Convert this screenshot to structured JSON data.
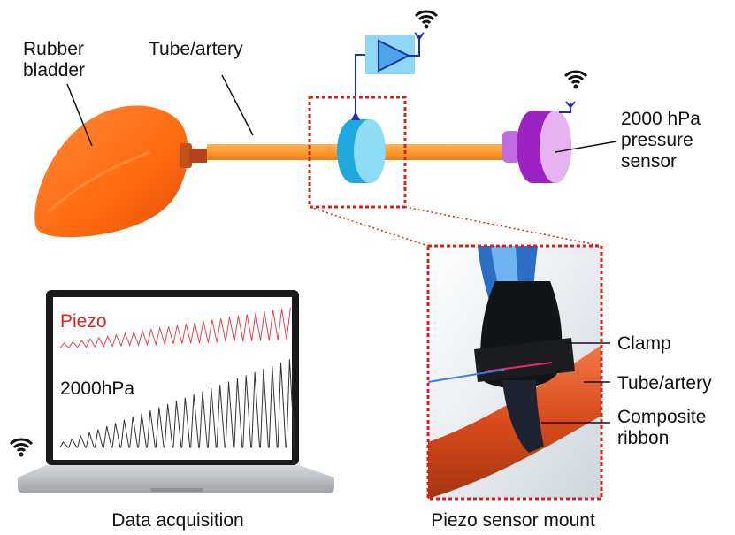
{
  "labels": {
    "rubber_bladder": "Rubber\nbladder",
    "tube_artery": "Tube/artery",
    "pressure_sensor": "2000 hPa\npressure\nsensor",
    "clamp": "Clamp",
    "tube_artery_2": "Tube/artery",
    "composite_ribbon": "Composite\nribbon",
    "piezo_trace": "Piezo",
    "hpa_trace": "2000hPa",
    "data_acquisition": "Data acquisition",
    "piezo_mount": "Piezo sensor mount"
  },
  "colors": {
    "tube": "#ff9a2e",
    "bladder": "#ff6a0e",
    "piezo_clamp": "#27b9ef",
    "pressure_sensor": "#a826cf",
    "amplifier": "#8fd7f2",
    "signal_line": "#1d2fb4",
    "dashed_box": "#d92020",
    "piezo_trace": "#e8404a",
    "hpa_trace": "#333333"
  },
  "icons": [
    "wifi-icon",
    "antenna-icon",
    "amplifier-icon",
    "laptop-icon"
  ]
}
